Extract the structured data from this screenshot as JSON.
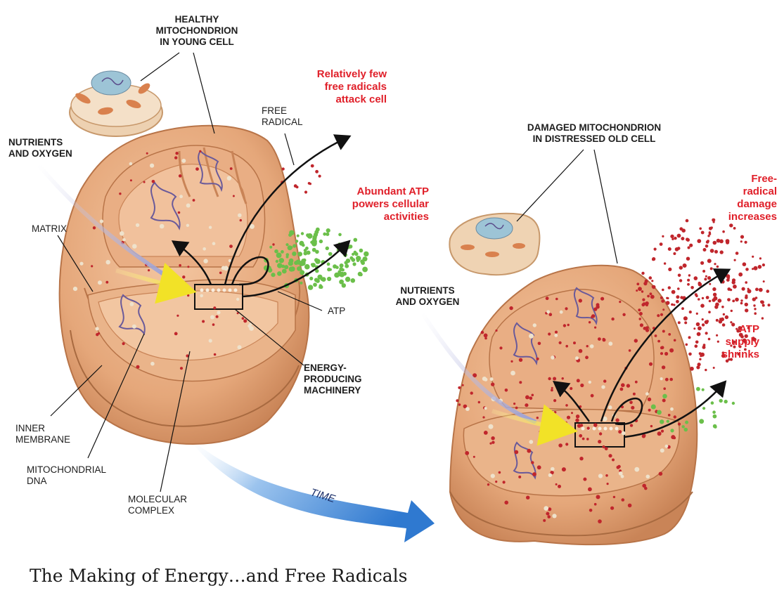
{
  "labels": {
    "healthy": "HEALTHY\nMITOCHONDRION\nIN YOUNG CELL",
    "nutrients_left": "NUTRIENTS\nAND OXYGEN",
    "matrix": "MATRIX",
    "free_radical": "FREE\nRADICAL",
    "few_radicals": "Relatively few\nfree radicals\nattack cell",
    "abundant_atp": "Abundant ATP\npowers cellular\nactivities",
    "atp": "ATP",
    "energy_machinery": "ENERGY-\nPRODUCING\nMACHINERY",
    "inner_membrane": "INNER\nMEMBRANE",
    "mito_dna": "MITOCHONDRIAL\nDNA",
    "molecular_complex": "MOLECULAR\nCOMPLEX",
    "damaged": "DAMAGED MITOCHONDRION\nIN DISTRESSED OLD CELL",
    "radical_damage": "Free-\nradical\ndamage\nincreases",
    "nutrients_right": "NUTRIENTS\nAND OXYGEN",
    "atp_shrinks": "ATP\nsupply\nshrinks",
    "time": "TIME"
  },
  "caption": "The Making of Energy…and Free Radicals",
  "colors": {
    "tissue": "#e9ae84",
    "tissue_dark": "#c98457",
    "tissue_light": "#f3c9a6",
    "dna": "#6a5a9a",
    "radical": "#c0262c",
    "atp": "#6bbf4a",
    "highlight_red": "#e0202a",
    "time_arrow": "#4a8fd6",
    "input_arrow": "#f2e63a"
  },
  "icons": [
    "young-cell-icon",
    "old-cell-icon",
    "mitochondrion-healthy-illustration",
    "mitochondrion-damaged-illustration",
    "time-arrow-icon"
  ]
}
